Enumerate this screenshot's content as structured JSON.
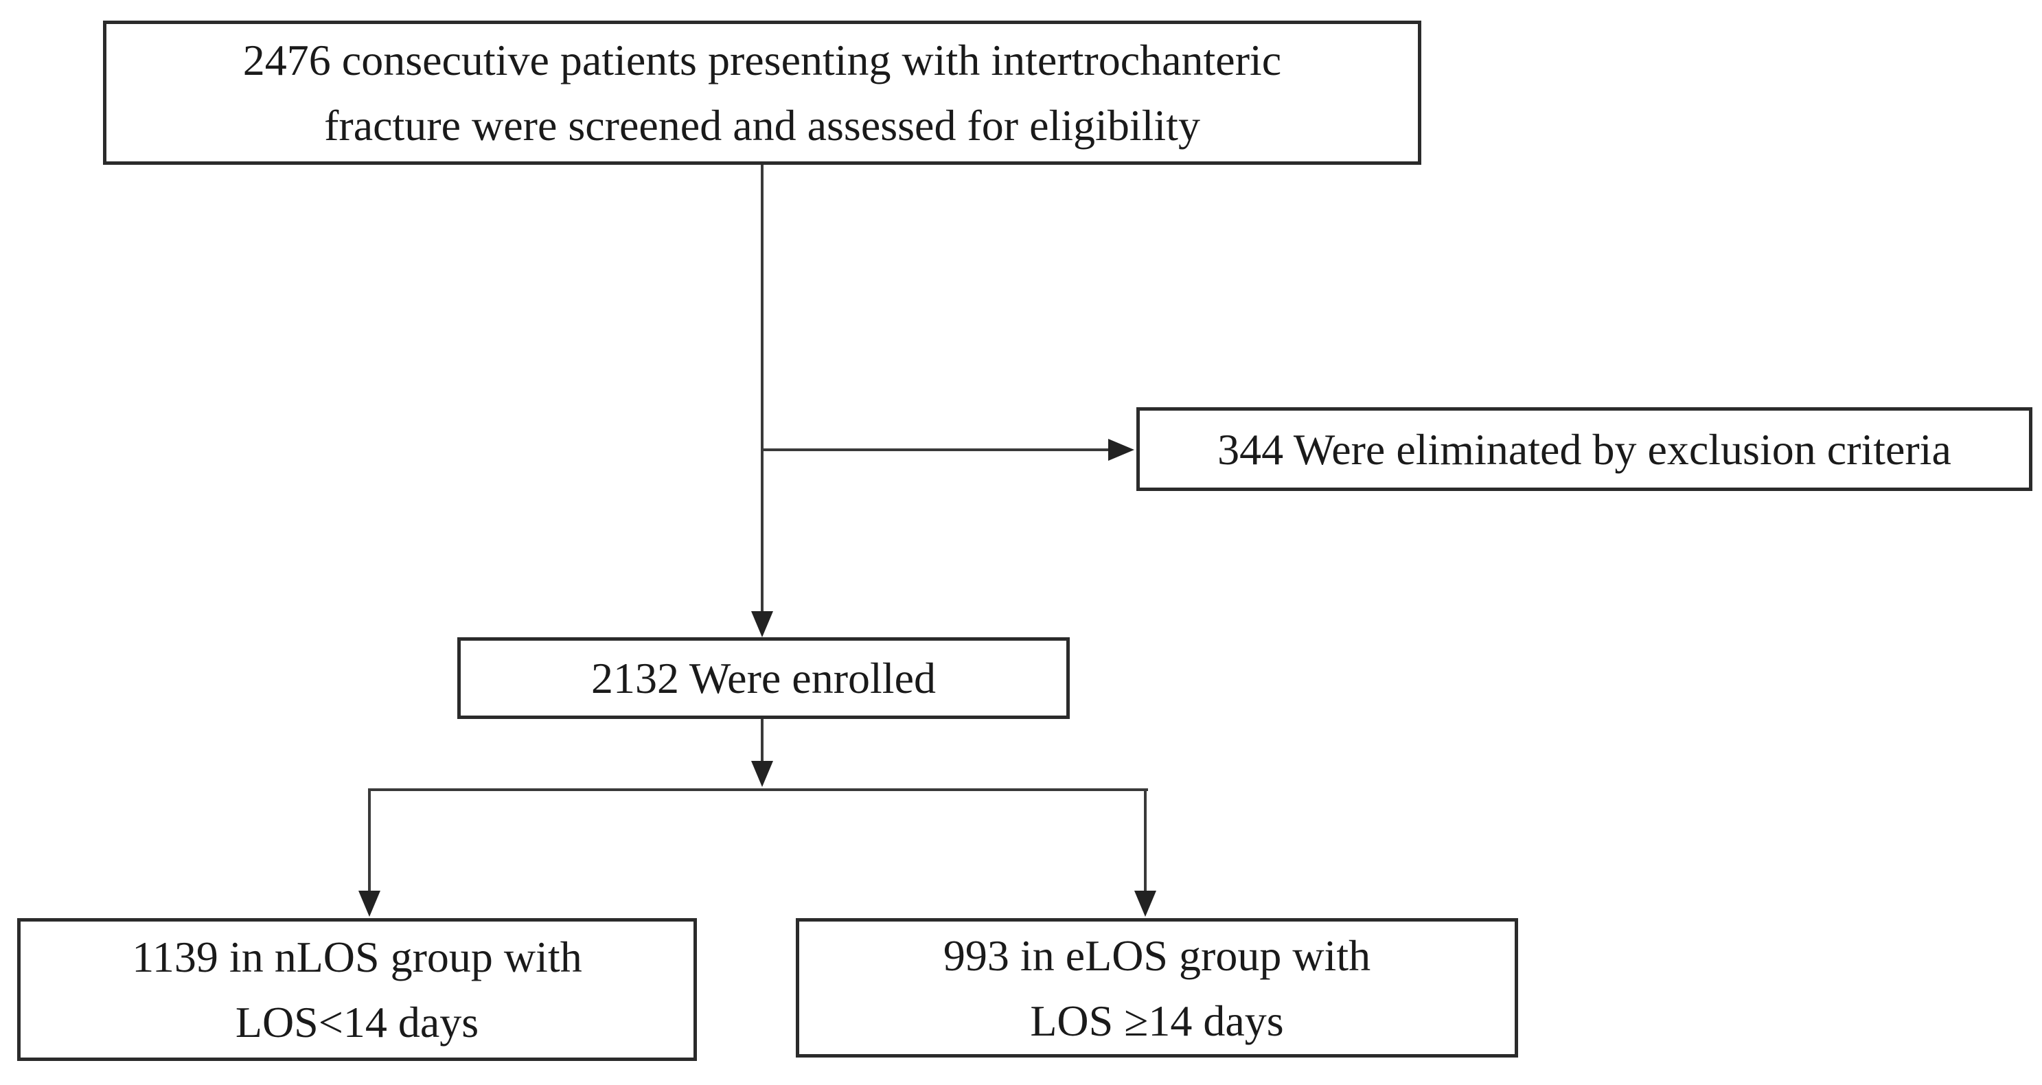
{
  "figure": {
    "type": "flowchart",
    "background": "#ffffff",
    "colors": {
      "box_border": "#2b2b2b",
      "connector": "#3a3a3a",
      "arrowhead": "#222222",
      "text": "#1a1a1a"
    },
    "boxes": {
      "screened": {
        "count": 2476,
        "line1": "2476 consecutive patients presenting with intertrochanteric",
        "line2": "fracture were screened and assessed for eligibility"
      },
      "excluded": {
        "count": 344,
        "line1": "344 Were eliminated by exclusion criteria"
      },
      "enrolled": {
        "count": 2132,
        "line1": "2132 Were enrolled"
      },
      "nlos_group": {
        "count": 1139,
        "line1": "1139 in nLOS group with",
        "line2": "LOS<14 days"
      },
      "elos_group": {
        "count": 993,
        "line1": "993 in eLOS group with",
        "line2": "LOS ≥14 days"
      }
    },
    "edges": [
      {
        "from": "screened",
        "to": "enrolled"
      },
      {
        "from": "screened",
        "to": "excluded"
      },
      {
        "from": "enrolled",
        "to": "nlos_group"
      },
      {
        "from": "enrolled",
        "to": "elos_group"
      }
    ]
  }
}
